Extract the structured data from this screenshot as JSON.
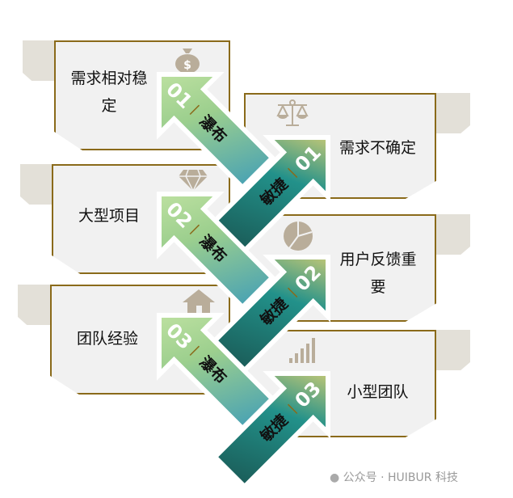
{
  "waterfall_cards": [
    {
      "text": "需求相对稳定",
      "icon": "money-bag-icon"
    },
    {
      "text": "大型项目",
      "icon": "diamond-icon"
    },
    {
      "text": "团队经验",
      "icon": "house-icon"
    }
  ],
  "agile_cards": [
    {
      "text": "需求不确定",
      "icon": "scale-icon"
    },
    {
      "text": "用户反馈重要",
      "icon": "pie-chart-icon"
    },
    {
      "text": "小型团队",
      "icon": "signal-bars-icon"
    }
  ],
  "waterfall_arrows": [
    {
      "num": "01",
      "label": "瀑布"
    },
    {
      "num": "02",
      "label": "瀑布"
    },
    {
      "num": "03",
      "label": "瀑布"
    }
  ],
  "agile_arrows": [
    {
      "num": "01",
      "label": "敏捷"
    },
    {
      "num": "02",
      "label": "敏捷"
    },
    {
      "num": "03",
      "label": "敏捷"
    }
  ],
  "watermark": "公众号 · HUIBUR 科技",
  "colors": {
    "border": "#8a6a1a",
    "icon": "#b9ad9a",
    "card": "#f1f1f1",
    "tab": "#e3e0d8"
  }
}
